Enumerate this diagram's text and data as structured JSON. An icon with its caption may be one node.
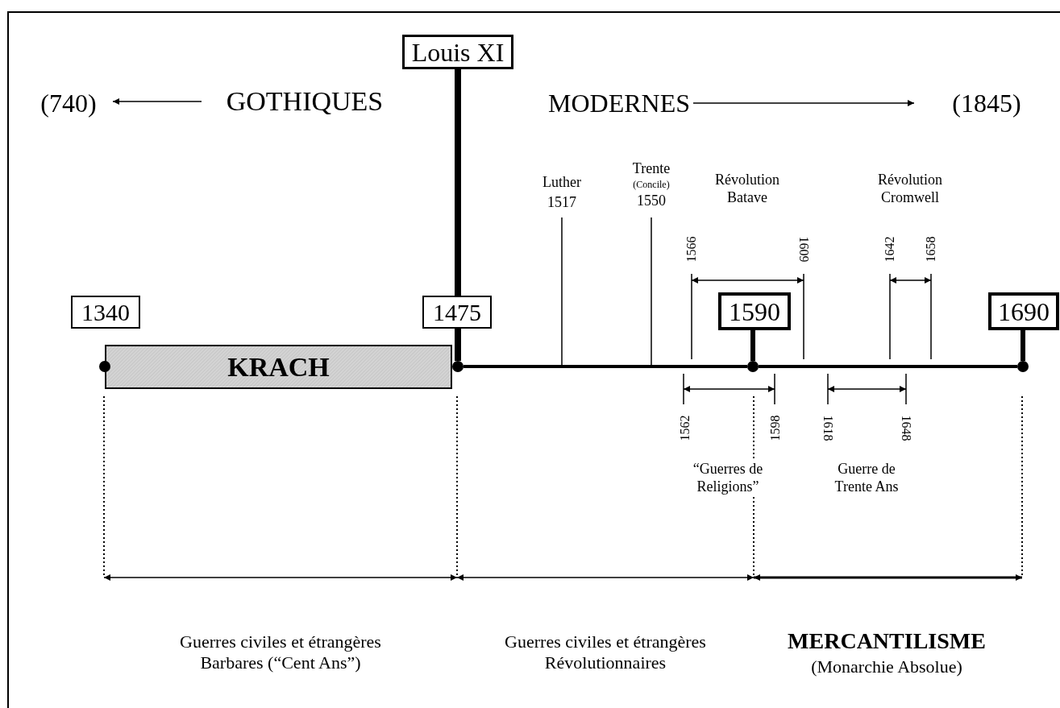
{
  "diagram": {
    "nodes": [
      {
        "text": [
          "(740)"
        ]
      },
      {
        "text": [
          "GOTHIQUES"
        ]
      },
      {
        "text": [
          "Louis XI"
        ]
      },
      {
        "text": [
          "MODERNES"
        ]
      },
      {
        "text": [
          "(1845)"
        ]
      },
      {
        "text": [
          "1340"
        ]
      },
      {
        "text": [
          "1475"
        ]
      },
      {
        "text": [
          "KRACH"
        ]
      },
      {
        "text": [
          "1590"
        ]
      },
      {
        "text": [
          "1690"
        ]
      },
      {
        "text": [],
        "shape": "circle"
      },
      {
        "text": [],
        "shape": "circle"
      },
      {
        "text": [],
        "shape": "circle"
      }
    ],
    "edges": [
      {
        "from": 1,
        "to": 0,
        "arrow": "to"
      },
      {
        "from": 3,
        "to": 4,
        "arrow": "to"
      },
      {
        "from": 2,
        "to": 6,
        "arrow": "none",
        "style": "thick"
      },
      {
        "from": 6,
        "to": 10,
        "arrow": "none",
        "style": "thick"
      },
      {
        "from": 8,
        "to": 11,
        "arrow": "none"
      },
      {
        "from": 9,
        "to": 12,
        "arrow": "none"
      },
      {
        "from": 10,
        "to": 11,
        "arrow": "none"
      },
      {
        "from": 11,
        "to": 12,
        "arrow": "none"
      }
    ],
    "labels": [
      "Luther",
      "1517",
      "Trente",
      "(Concile)",
      "1550",
      "Révolution Batave",
      "Révolution Cromwell",
      "1566",
      "1609",
      "1642",
      "1658",
      "1562",
      "1598",
      "1618",
      "1648",
      "“Guerres de Religions”",
      "Guerre de Trente Ans",
      "Guerres civiles et étrangères Barbares (“Cent Ans”)",
      "Guerres civiles et étrangères Révolutionnaires",
      "MERCANTILISME",
      "(Monarchie Absolue)"
    ]
  }
}
